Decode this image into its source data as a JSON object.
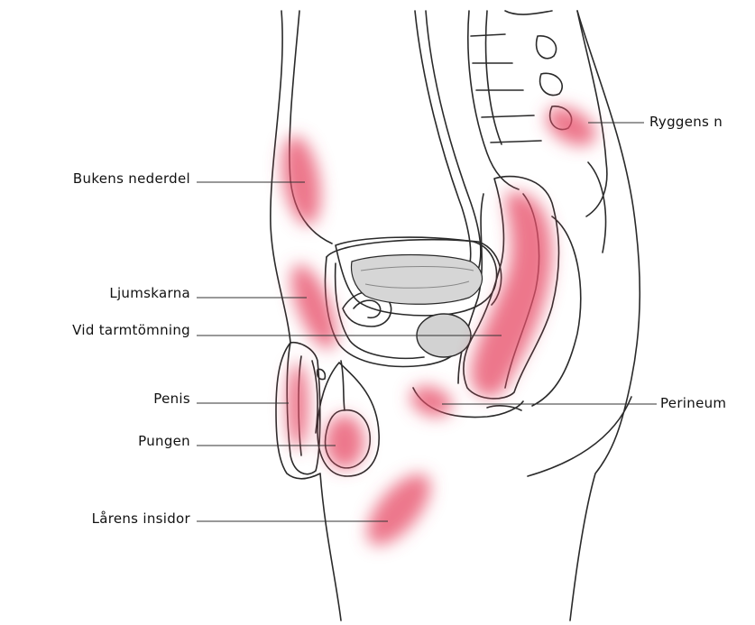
{
  "labels": {
    "ryggens": "Ryggens n",
    "bukens_nederdel": "Bukens nederdel",
    "ljumskarna": "Ljumskarna",
    "vid_tarmtomning": "Vid tarmtömning",
    "penis": "Penis",
    "pungen": "Pungen",
    "larens_insidor": "Lårens insidor",
    "perineum": "Perineum"
  },
  "colors": {
    "outline": "#2a2a2a",
    "pain_zone": "#e8506a",
    "bladder_fill": "#d6d6d6",
    "prostate_fill": "#d2d2d2",
    "leader_line": "#333333"
  }
}
